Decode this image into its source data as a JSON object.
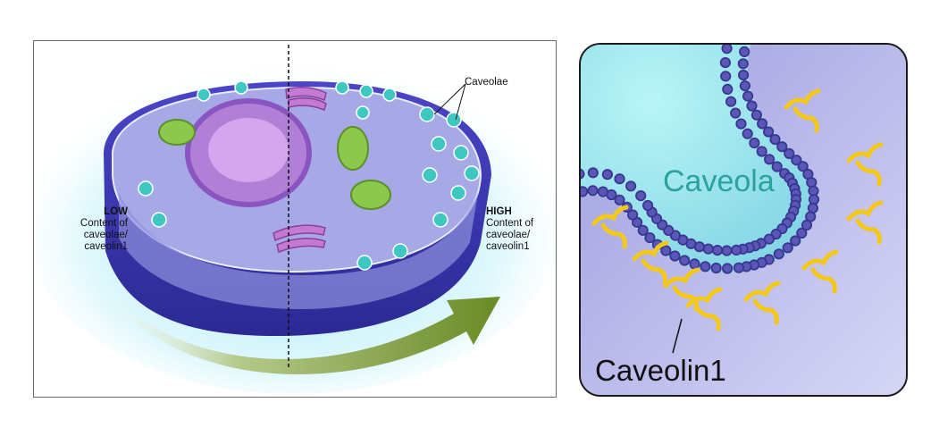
{
  "left_figure": {
    "caveolae_label": "Caveolae",
    "low": {
      "heading": "LOW",
      "line1": "Content of",
      "line2": "caveolae/",
      "line3": "caveolin1"
    },
    "high": {
      "heading": "HIGH",
      "line1": "Content of",
      "line2": "caveolae/",
      "line3": "caveolin1"
    },
    "colors": {
      "cell_body": "#3b36b8",
      "cell_surface": "#a6a9e6",
      "mitochondria": "#8cc84b",
      "nucleus": "#b07fd6",
      "arrow": "#7a9a35",
      "caveola_fill": "#3fc7c2"
    }
  },
  "right_figure": {
    "caveola_label": "Caveola",
    "caveolin_label": "Caveolin1",
    "colors": {
      "lumen": "#a8eef0",
      "lipid_head": "#3a3690",
      "caveolin": "#f4c81a",
      "label": "#2aa3a0"
    }
  }
}
